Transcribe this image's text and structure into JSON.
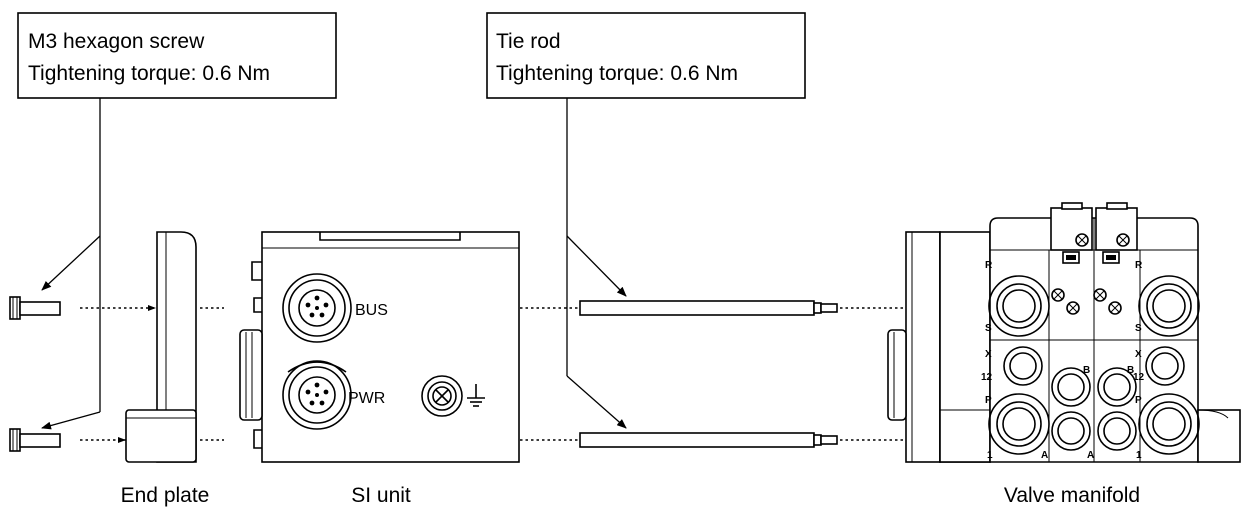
{
  "callouts": {
    "screw": {
      "line1": "M3 hexagon screw",
      "line2": "Tightening torque: 0.6 Nm"
    },
    "tierod": {
      "line1": "Tie rod",
      "line2": "Tightening torque: 0.6 Nm"
    }
  },
  "captions": {
    "end_plate": "End plate",
    "si_unit": "SI unit",
    "valve_manifold": "Valve manifold"
  },
  "ports": {
    "bus": "BUS",
    "pwr": "PWR"
  },
  "manifold_marks": {
    "r": "R",
    "s": "S",
    "x": "X",
    "n12": "12",
    "p": "P",
    "n1": "1",
    "a": "A",
    "b": "B"
  }
}
